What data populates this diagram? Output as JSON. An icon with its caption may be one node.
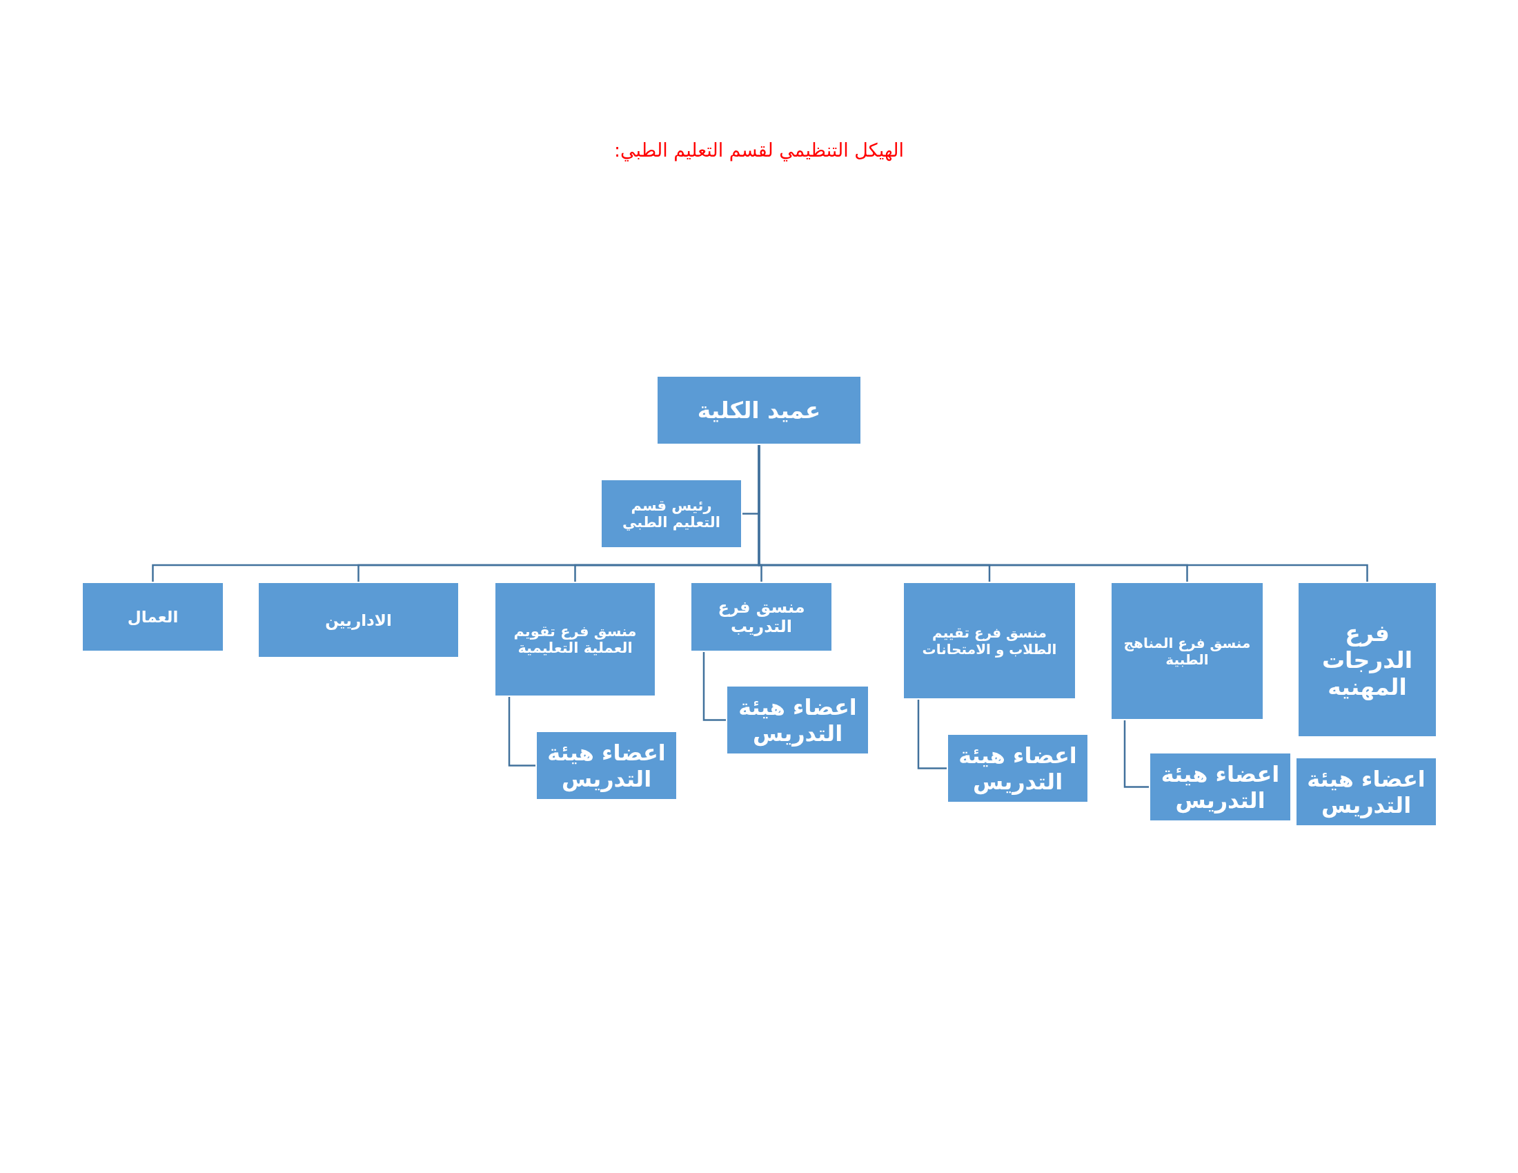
{
  "diagram": {
    "title": "الهيكل التنظيمي لقسم التعليم الطبي:",
    "nodes": [
      {
        "text": [
          "عميد الكلية"
        ]
      },
      {
        "text": [
          "رئيس قسم التعليم الطبي"
        ]
      },
      {
        "text": [
          "فرع الدرجات المهنيه"
        ]
      },
      {
        "text": [
          "منسق فرع المناهج الطبية"
        ]
      },
      {
        "text": [
          "منسق فرع تقييم الطلاب و الامتحانات"
        ]
      },
      {
        "text": [
          "منسق فرع التدريب"
        ]
      },
      {
        "text": [
          "منسق فرع تقويم العملية التعليمية"
        ]
      },
      {
        "text": [
          "الاداريين"
        ]
      },
      {
        "text": [
          "العمال"
        ]
      },
      {
        "text": [
          "اعضاء هيئة التدريس"
        ]
      },
      {
        "text": [
          "اعضاء هيئة التدريس"
        ]
      },
      {
        "text": [
          "اعضاء هيئة التدريس"
        ]
      },
      {
        "text": [
          "اعضاء هيئة التدريس"
        ]
      },
      {
        "text": [
          "اعضاء هيئة التدريس"
        ]
      }
    ],
    "edges": [
      {
        "from": 0,
        "to": 1,
        "arrow": "none"
      },
      {
        "from": 0,
        "to": 2,
        "arrow": "none"
      },
      {
        "from": 0,
        "to": 3,
        "arrow": "none"
      },
      {
        "from": 0,
        "to": 4,
        "arrow": "none"
      },
      {
        "from": 0,
        "to": 5,
        "arrow": "none"
      },
      {
        "from": 0,
        "to": 6,
        "arrow": "none"
      },
      {
        "from": 0,
        "to": 7,
        "arrow": "none"
      },
      {
        "from": 0,
        "to": 8,
        "arrow": "none"
      },
      {
        "from": 3,
        "to": 10,
        "arrow": "none"
      },
      {
        "from": 4,
        "to": 11,
        "arrow": "none"
      },
      {
        "from": 5,
        "to": 12,
        "arrow": "none"
      },
      {
        "from": 6,
        "to": 13,
        "arrow": "none"
      }
    ]
  }
}
